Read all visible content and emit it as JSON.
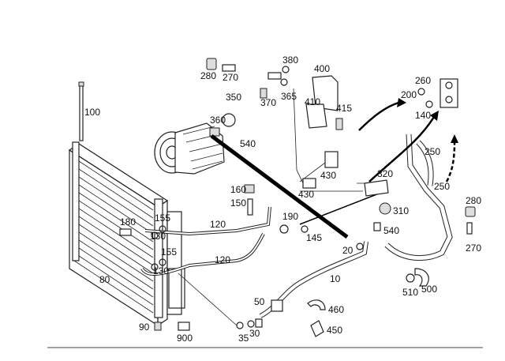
{
  "labels": {
    "l100": "100",
    "l80": "80",
    "l90": "90",
    "l900": "900",
    "l180": "180",
    "l155a": "155",
    "l130a": "130",
    "l155b": "155",
    "l130b": "130",
    "l120a": "120",
    "l120b": "120",
    "l160": "160",
    "l150": "150",
    "l190": "190",
    "l145": "145",
    "l10": "10",
    "l20": "20",
    "l50": "50",
    "l35": "35",
    "l30": "30",
    "l460": "460",
    "l450": "450",
    "l280a": "280",
    "l270a": "270",
    "l350": "350",
    "l360": "360",
    "l540a": "540",
    "l370": "370",
    "l380": "380",
    "l365": "365",
    "l400": "400",
    "l410": "410",
    "l415": "415",
    "l430a": "430",
    "l430b": "430",
    "l320": "320",
    "l310": "310",
    "l540b": "540",
    "l260": "260",
    "l200": "200",
    "l140": "140",
    "l250a": "250",
    "l250b": "250",
    "l280b": "280",
    "l270b": "270",
    "l510": "510",
    "l500": "500"
  },
  "icons": {
    "condenser": "condenser-icon",
    "compressor": "compressor-icon",
    "expansion": "expansion-valve-icon"
  }
}
